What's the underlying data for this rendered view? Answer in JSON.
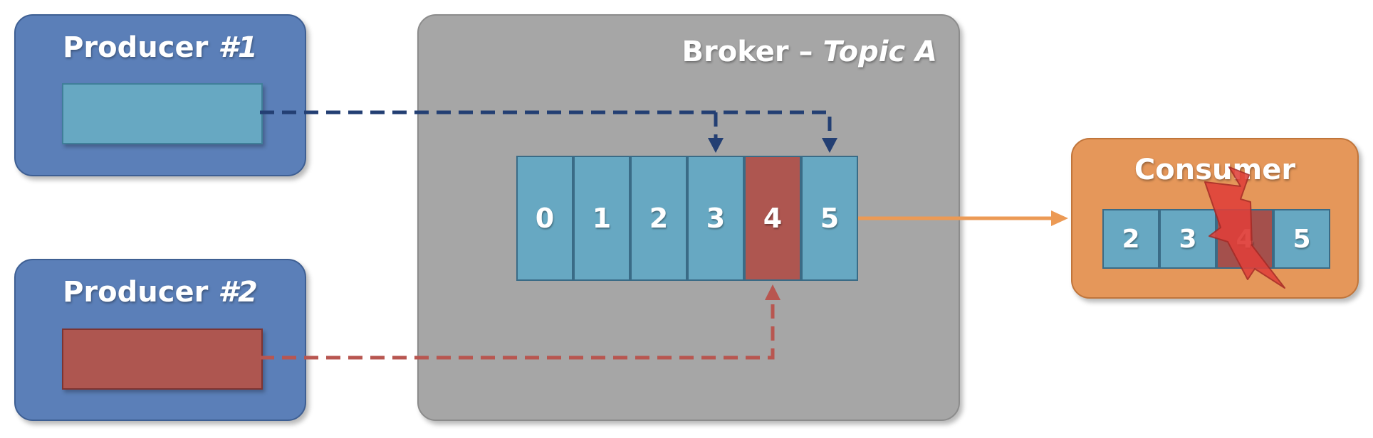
{
  "producer1": {
    "title_main": "Producer ",
    "title_num": "#1",
    "message_color": "#67a8c2"
  },
  "producer2": {
    "title_main": "Producer ",
    "title_num": "#2",
    "message_color": "#ae5650"
  },
  "broker": {
    "title_main": "Broker – ",
    "title_topic": "Topic A"
  },
  "log": {
    "cells": [
      {
        "label": "0",
        "color": "#67a8c2"
      },
      {
        "label": "1",
        "color": "#67a8c2"
      },
      {
        "label": "2",
        "color": "#67a8c2"
      },
      {
        "label": "3",
        "color": "#67a8c2"
      },
      {
        "label": "4",
        "color": "#ae5650"
      },
      {
        "label": "5",
        "color": "#67a8c2"
      }
    ]
  },
  "consumer": {
    "title": "Consumer",
    "cells": [
      {
        "label": "2",
        "color": "#67a8c2"
      },
      {
        "label": "3",
        "color": "#67a8c2"
      },
      {
        "label": "4",
        "color": "#a4504c",
        "label_color": "#f0a3a0"
      },
      {
        "label": "5",
        "color": "#67a8c2"
      }
    ],
    "failure_icon": "lightning-bolt-icon"
  },
  "colors": {
    "producer1_path": "#233f73",
    "producer2_path": "#b85650",
    "consume_arrow": "#ec9a55",
    "bolt_fill": "#e0403a",
    "bolt_stroke": "#a82a26"
  }
}
